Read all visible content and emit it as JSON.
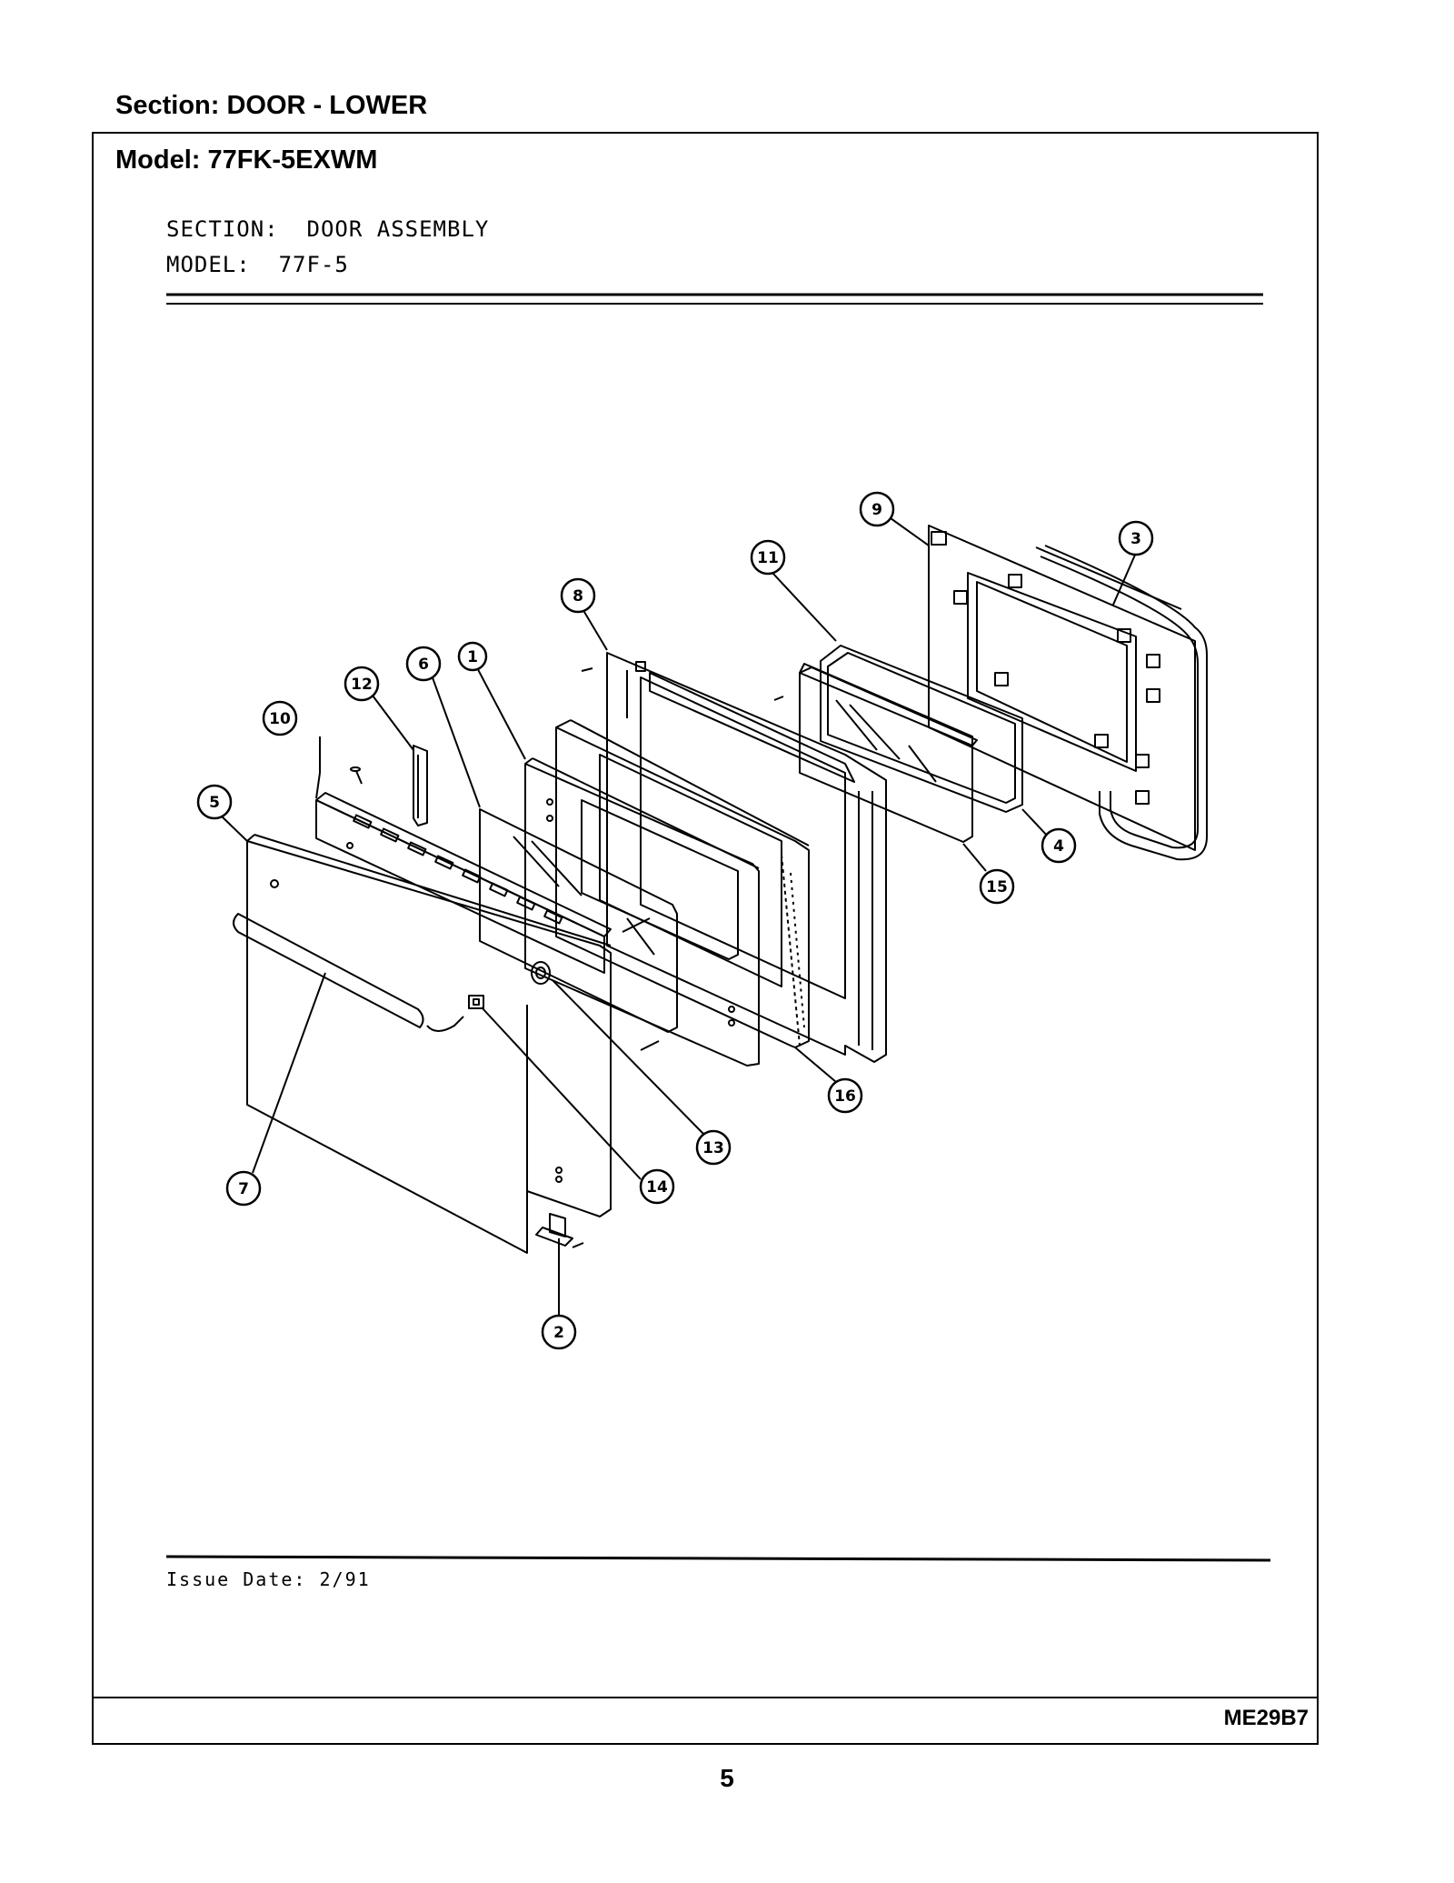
{
  "header": {
    "section": "Section:  DOOR - LOWER",
    "model": "Model:  77FK-5EXWM"
  },
  "sub_header": {
    "section_label": "SECTION:",
    "section_value": "DOOR ASSEMBLY",
    "model_label": "MODEL:",
    "model_value": "77F-5"
  },
  "callouts": [
    "1",
    "2",
    "3",
    "4",
    "5",
    "6",
    "7",
    "8",
    "9",
    "10",
    "11",
    "12",
    "13",
    "14",
    "15",
    "16"
  ],
  "footer": {
    "issue_date": "Issue Date: 2/91",
    "doc_code": "ME29B7",
    "page_number": "5"
  }
}
